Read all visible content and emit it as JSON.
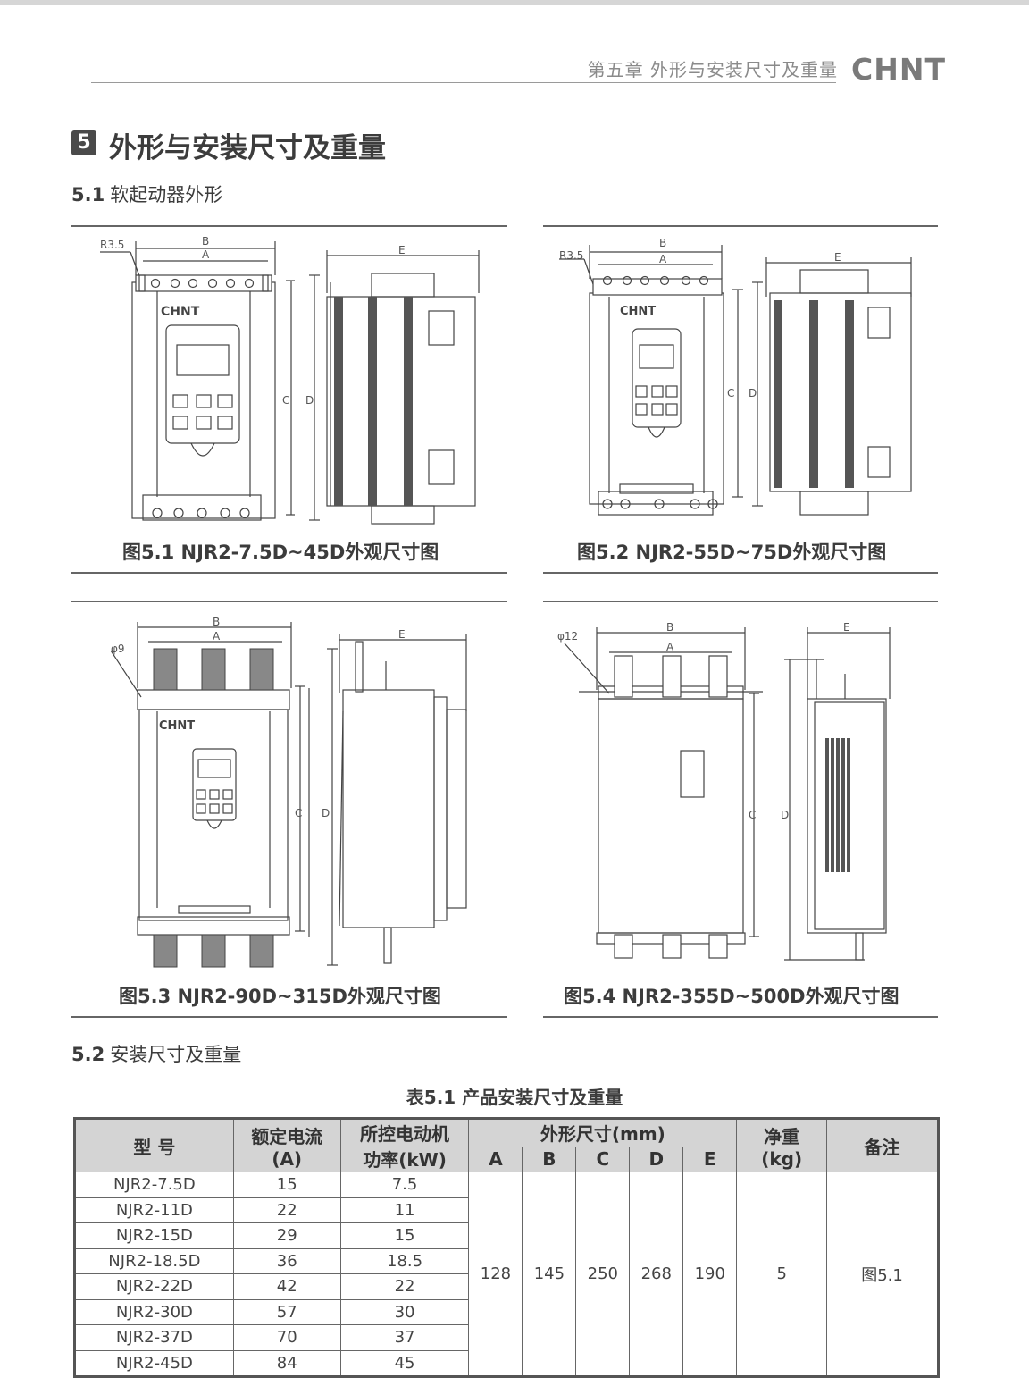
{
  "header": {
    "chapter_title": "第五章 外形与安装尺寸及重量",
    "logo": "CHNT"
  },
  "section": {
    "number": "5",
    "title": "外形与安装尺寸及重量"
  },
  "subsections": [
    {
      "number": "5.1",
      "title": "软起动器外形"
    },
    {
      "number": "5.2",
      "title": "安装尺寸及重量"
    }
  ],
  "figures": [
    {
      "caption": "图5.1 NJR2-7.5D~45D外观尺寸图",
      "hole_label": "R3.5"
    },
    {
      "caption": "图5.2 NJR2-55D~75D外观尺寸图",
      "hole_label": "R3.5"
    },
    {
      "caption": "图5.3 NJR2-90D~315D外观尺寸图",
      "hole_label": "φ9"
    },
    {
      "caption": "图5.4 NJR2-355D~500D外观尺寸图",
      "hole_label": "φ12"
    }
  ],
  "dim_labels": {
    "a": "A",
    "b": "B",
    "c": "C",
    "d": "D",
    "e": "E"
  },
  "table": {
    "title": "表5.1 产品安装尺寸及重量",
    "headers": {
      "model": "型 号",
      "current": "额定电流",
      "current_unit": "(A)",
      "power": "所控电动机",
      "power_unit": "功率(kW)",
      "dims": "外形尺寸(mm)",
      "a": "A",
      "b": "B",
      "c": "C",
      "d": "D",
      "e": "E",
      "weight": "净重",
      "weight_unit": "(kg)",
      "note": "备注"
    },
    "rows": [
      {
        "model": "NJR2-7.5D",
        "current": "15",
        "power": "7.5"
      },
      {
        "model": "NJR2-11D",
        "current": "22",
        "power": "11"
      },
      {
        "model": "NJR2-15D",
        "current": "29",
        "power": "15"
      },
      {
        "model": "NJR2-18.5D",
        "current": "36",
        "power": "18.5"
      },
      {
        "model": "NJR2-22D",
        "current": "42",
        "power": "22"
      },
      {
        "model": "NJR2-30D",
        "current": "57",
        "power": "30"
      },
      {
        "model": "NJR2-37D",
        "current": "70",
        "power": "37"
      },
      {
        "model": "NJR2-45D",
        "current": "84",
        "power": "45"
      }
    ],
    "group": {
      "a": "128",
      "b": "145",
      "c": "250",
      "d": "268",
      "e": "190",
      "weight": "5",
      "note": "图5.1"
    }
  }
}
